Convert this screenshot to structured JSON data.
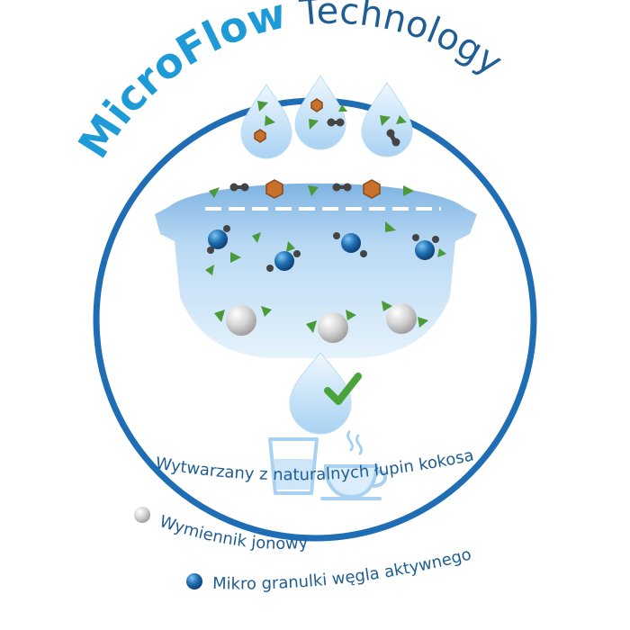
{
  "title": {
    "bold": "MicroFlow",
    "light": "Technology"
  },
  "legend": [
    {
      "text": "Wytwarzany z naturalnych łupin kokosa",
      "marker": "none"
    },
    {
      "text": "Wymiennik jonowy",
      "marker": "grey-sphere"
    },
    {
      "text": "Mikro granulki węgla aktywnego",
      "marker": "blue-sphere"
    }
  ],
  "colors": {
    "ring": "#1e6db5",
    "title_bold": "#1e9ad6",
    "title_light": "#1f5e94",
    "legend_text": "#1f5e94",
    "contaminant_green": "#4a9a3a",
    "contaminant_orange": "#c8712c",
    "check_green": "#4aa33a",
    "water_light": "#dbeefb",
    "water_mid": "#9cc9ee"
  },
  "icons": [
    "droplet-icon",
    "filter-cartridge-icon",
    "checkmark-icon",
    "glass-icon",
    "cup-icon",
    "steam-icon"
  ]
}
